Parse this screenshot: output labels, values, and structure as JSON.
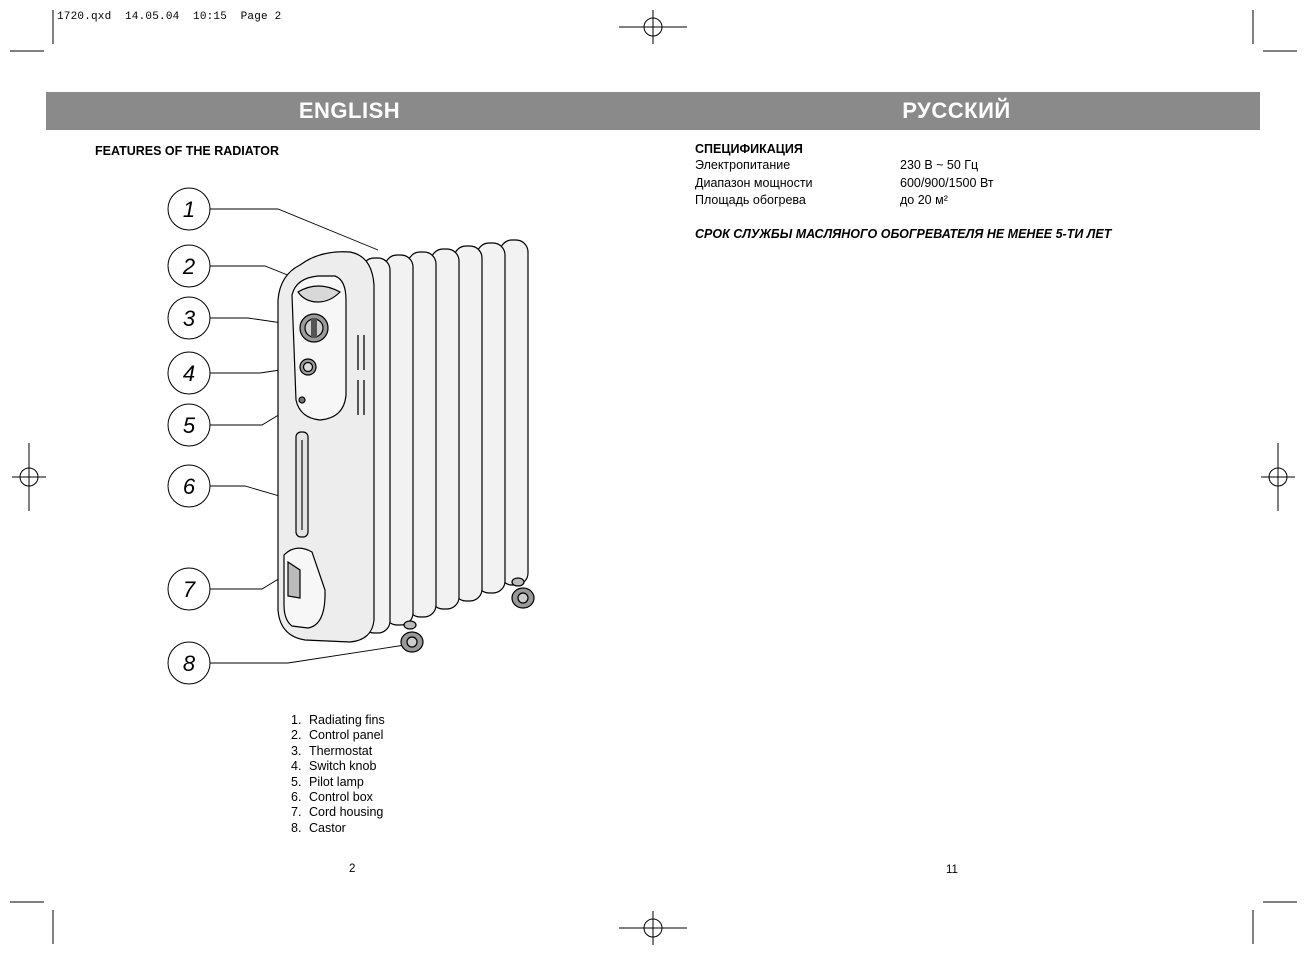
{
  "slug": "1720.qxd  14.05.04  10:15  Page 2",
  "english": {
    "banner": "ENGLISH",
    "heading": "FEATURES OF THE RADIATOR",
    "callouts": [
      "1",
      "2",
      "3",
      "4",
      "5",
      "6",
      "7",
      "8"
    ],
    "legend": [
      {
        "num": "1.",
        "label": "Radiating fins"
      },
      {
        "num": "2.",
        "label": "Control panel"
      },
      {
        "num": "3.",
        "label": "Thermostat"
      },
      {
        "num": "4.",
        "label": "Switch knob"
      },
      {
        "num": "5.",
        "label": "Pilot lamp"
      },
      {
        "num": "6.",
        "label": "Control box"
      },
      {
        "num": "7.",
        "label": "Cord housing"
      },
      {
        "num": "8.",
        "label": "Castor"
      }
    ],
    "page_number": "2"
  },
  "russian": {
    "banner": "РУССКИЙ",
    "spec_title": "СПЕЦИФИКАЦИЯ",
    "specs": [
      {
        "label": "Электропитание",
        "value": "230 В ~ 50 Гц"
      },
      {
        "label": "Диапазон мощности",
        "value": "600/900/1500 Вт"
      },
      {
        "label": "Площадь обогрева",
        "value": "до 20 м²"
      }
    ],
    "service_life": "СРОК СЛУЖБЫ МАСЛЯНОГО ОБОГРЕВАТЕЛЯ НЕ МЕНЕЕ 5-ТИ ЛЕТ",
    "page_number": "11"
  },
  "colors": {
    "banner_bg": "#8a8a8a",
    "banner_text": "#ffffff"
  },
  "icons": [
    "crop-mark-icon",
    "registration-mark-icon",
    "radiator-illustration"
  ]
}
